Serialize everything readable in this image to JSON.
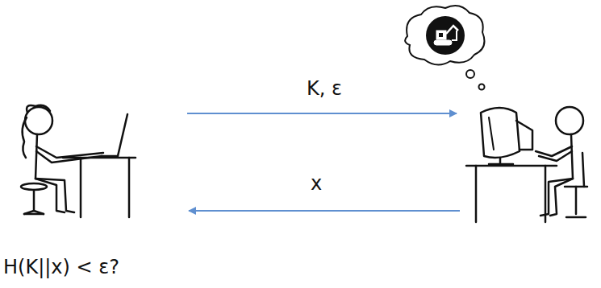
{
  "diagram": {
    "labels": [
      "K, ε",
      "x",
      "H(K||x) < ε?"
    ]
  }
}
